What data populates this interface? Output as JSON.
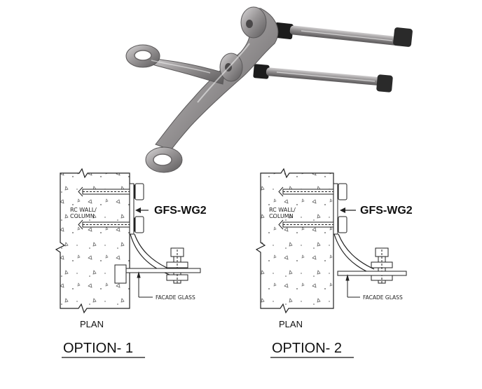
{
  "product_code": "GFS-WG2",
  "wall_label_line1": "RC WALL/",
  "wall_label_line2": "COLUMN",
  "glass_label": "FACADE GLASS",
  "view_label": "PLAN",
  "options": [
    {
      "title": "OPTION- 1",
      "product_code": "GFS-WG2"
    },
    {
      "title": "OPTION- 2",
      "product_code": "GFS-WG2"
    }
  ],
  "colors": {
    "metal": "#8a8788",
    "line": "#222222",
    "background": "#ffffff"
  }
}
